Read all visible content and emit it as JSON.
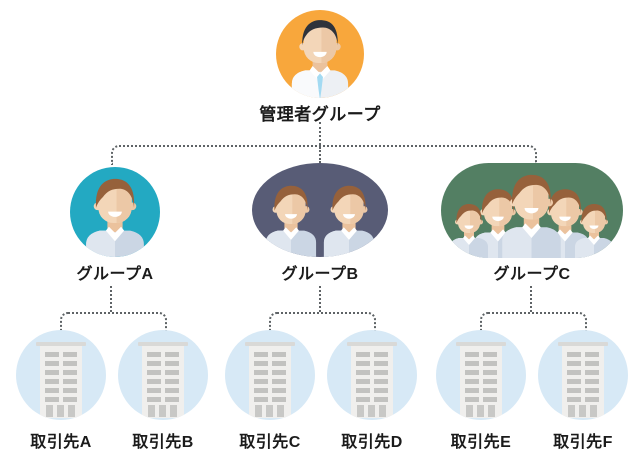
{
  "diagram": {
    "type": "org-chart",
    "admin": {
      "label": "管理者グループ",
      "circle_color": "#F8A73C",
      "icon": "admin-avatar-icon"
    },
    "groups": [
      {
        "label": "グループA",
        "circle_color": "#23A9C2",
        "member_count": 1
      },
      {
        "label": "グループB",
        "circle_color": "#585C76",
        "member_count": 2
      },
      {
        "label": "グループC",
        "circle_color": "#537F63",
        "member_count": 5
      }
    ],
    "partners": [
      {
        "label": "取引先A",
        "parent_group": "グループA"
      },
      {
        "label": "取引先B",
        "parent_group": "グループA"
      },
      {
        "label": "取引先C",
        "parent_group": "グループB"
      },
      {
        "label": "取引先D",
        "parent_group": "グループB"
      },
      {
        "label": "取引先E",
        "parent_group": "グループC"
      },
      {
        "label": "取引先F",
        "parent_group": "グループC"
      }
    ],
    "colors": {
      "partner_circle": "#D7E9F6",
      "connector_dots": "#5E6366",
      "label_text": "#1B1B1B",
      "member_hair": "#96613B",
      "admin_hair": "#2F333B",
      "member_shirt": "#CBD6E4",
      "admin_tie": "#A3DAF2",
      "building_gray": "#C2C2C0"
    }
  }
}
